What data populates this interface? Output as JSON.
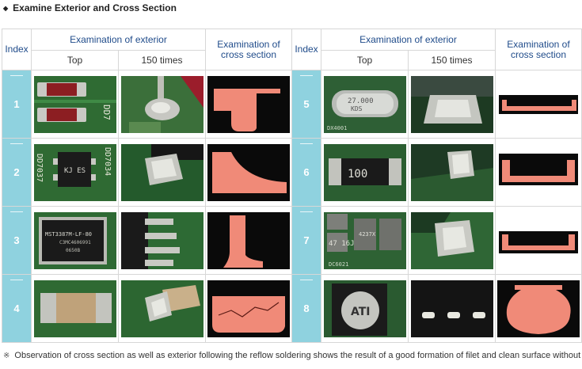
{
  "page": {
    "title": "Examine Exterior and Cross Section",
    "note": "Observation of cross section as well as exterior following the reflow soldering shows the result of a good formation of filet and clean surface without void."
  },
  "headers": {
    "index": "Index",
    "exterior": "Examination of exterior",
    "top": "Top",
    "times": "150 times",
    "cross": "Examination of cross section"
  },
  "rows": [
    {
      "left": "1",
      "right": "5"
    },
    {
      "left": "2",
      "right": "6"
    },
    {
      "left": "3",
      "right": "7"
    },
    {
      "left": "4",
      "right": "8"
    }
  ],
  "photo_labels": {
    "r1_top": "DD7",
    "r2_top_a": "KJ ES",
    "r2_top_b": "DD7037",
    "r2_top_c": "DD7034",
    "r3_top_a": "MST3387M-LF-80",
    "r3_top_b": "C3MC4606991",
    "r3_top_c": "0650B",
    "r5_top_a": "27.000",
    "r5_top_b": "KDS",
    "r5_top_c": "DX4001",
    "r6_top": "100",
    "r7_top_a": "47 16J",
    "r7_top_b": "4237X",
    "r7_top_c": "DC6021",
    "r8_top": "ATI"
  },
  "colors": {
    "index_bg": "#8fd2df",
    "header_text": "#1f4b8a",
    "cross_section": "#f08a78"
  }
}
